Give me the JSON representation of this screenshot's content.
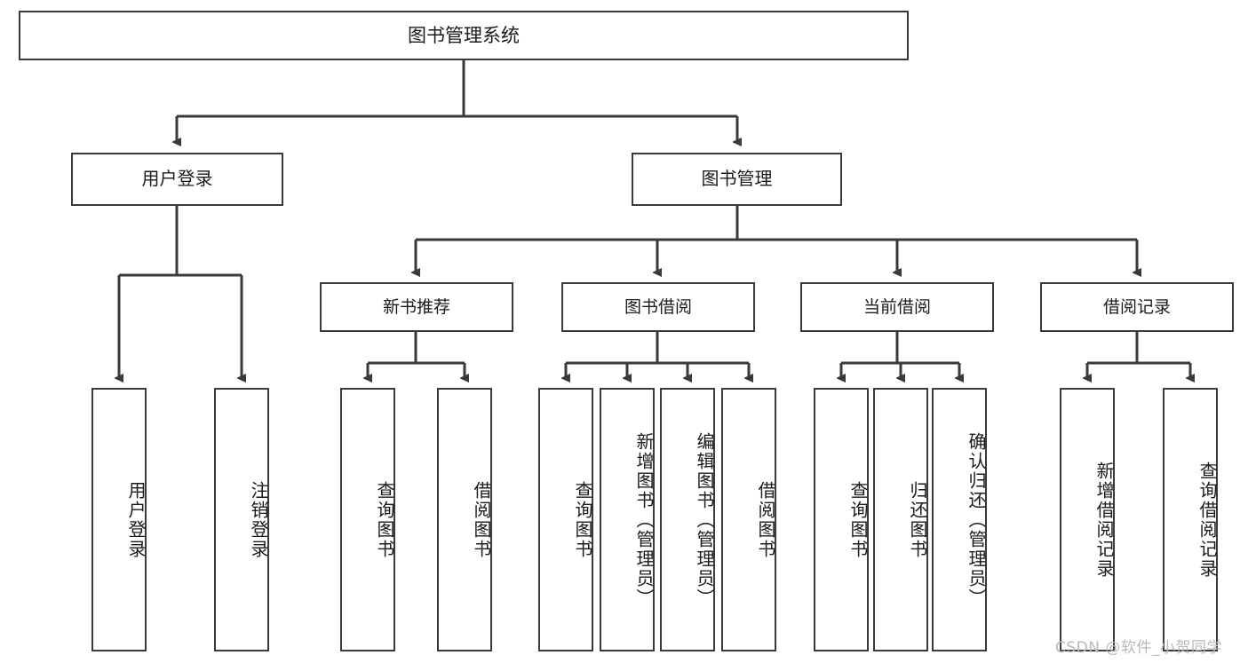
{
  "diagram": {
    "title": "图书管理系统",
    "type": "tree-hierarchy",
    "watermark": "CSDN @软件_小贺同学",
    "colors": {
      "border": "#3a3a3a",
      "fill": "#ffffff",
      "connector": "#3a3a3a",
      "text": "#1a1a1a",
      "watermark": "#b9b9b9"
    },
    "nodes": {
      "root": "图书管理系统",
      "level1": [
        "用户登录",
        "图书管理"
      ],
      "level2": [
        "新书推荐",
        "图书借阅",
        "当前借阅",
        "借阅记录"
      ],
      "leaves": {
        "user_login": [
          "用户登录",
          "注销登录"
        ],
        "new_book_recommend": [
          "查询图书",
          "借阅图书"
        ],
        "book_borrow": [
          "查询图书",
          "新增图书（管理员）",
          "编辑图书（管理员）",
          "借阅图书"
        ],
        "current_borrow": [
          "查询图书",
          "归还图书",
          "确认归还（管理员）"
        ],
        "borrow_record": [
          "新增借阅记录",
          "查询借阅记录"
        ]
      }
    }
  }
}
